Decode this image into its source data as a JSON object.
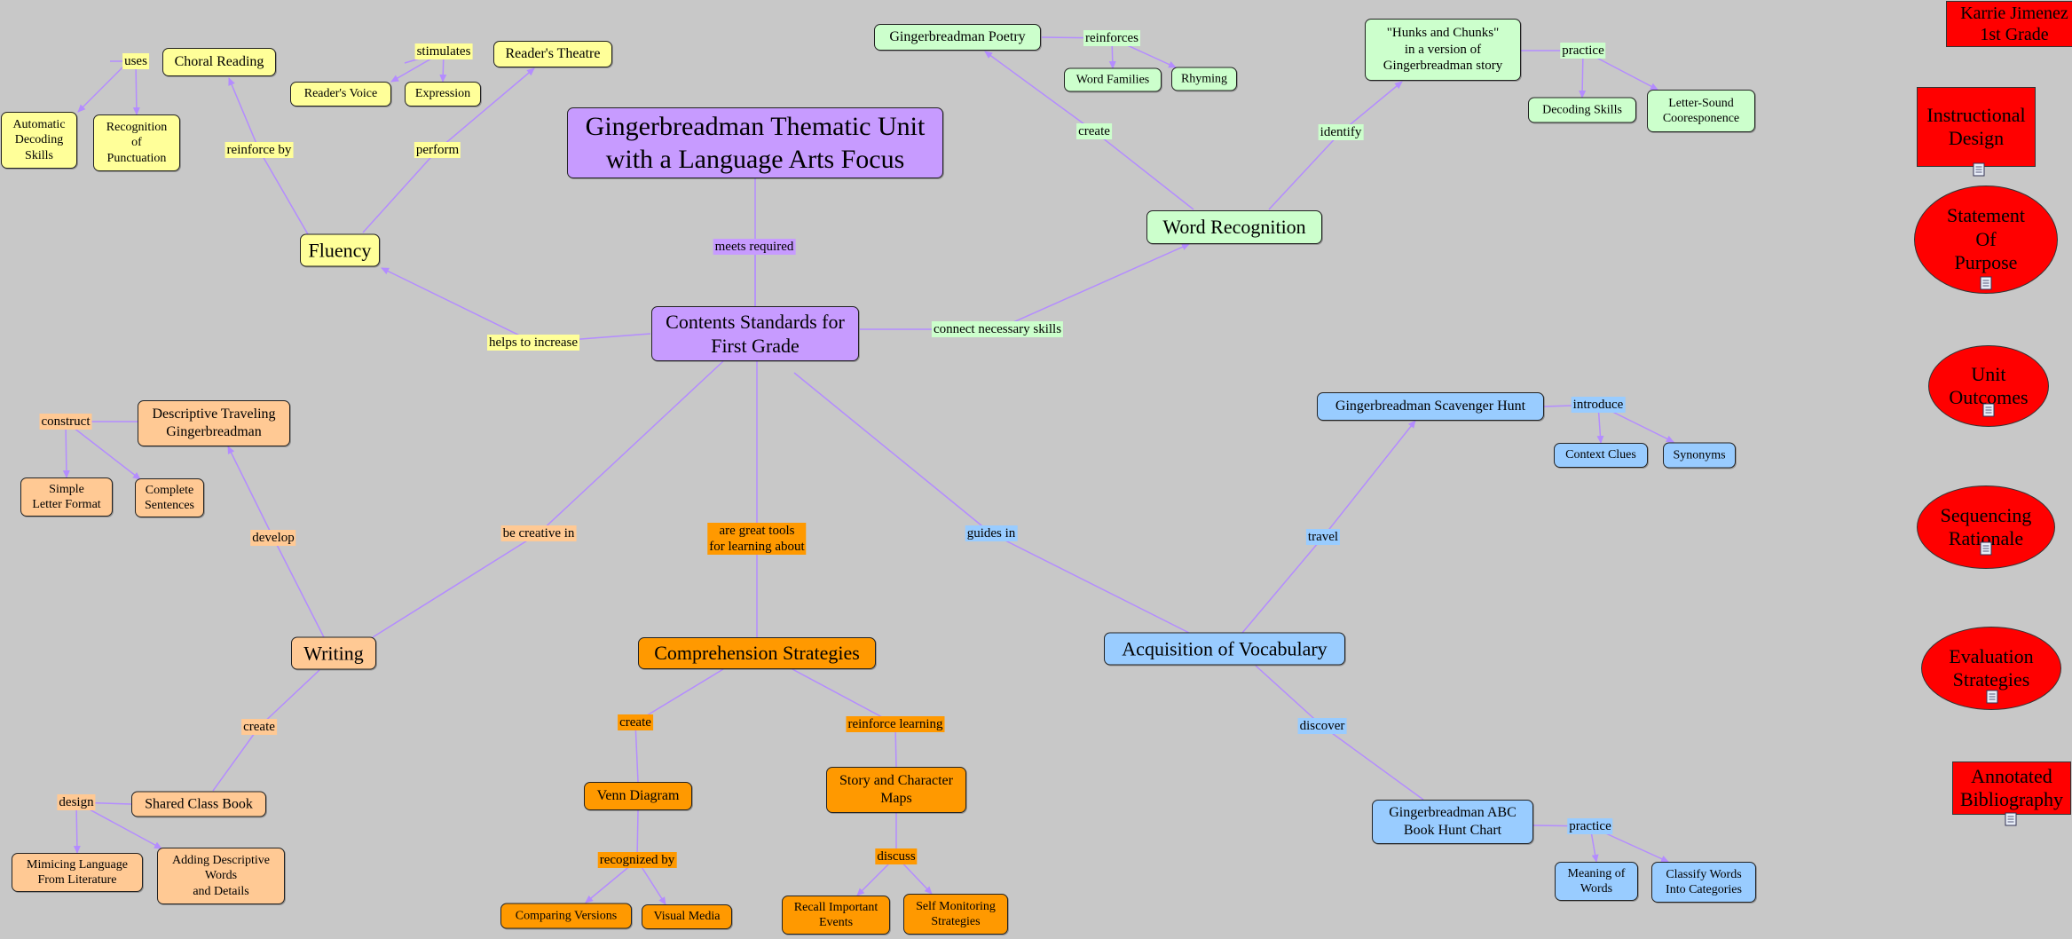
{
  "nodes": {
    "title": "Gingerbreadman Thematic Unit\nwith a Language Arts Focus",
    "standards": "Contents Standards for\nFirst Grade",
    "fluency": "Fluency",
    "choral_reading": "Choral Reading",
    "auto_decoding": "Automatic\nDecoding\nSkills",
    "recognition_punct": "Recognition\nof\nPunctuation",
    "readers_theatre": "Reader's Theatre",
    "readers_voice": "Reader's Voice",
    "expression": "Expression",
    "word_recognition": "Word Recognition",
    "gb_poetry": "Gingerbreadman Poetry",
    "word_families": "Word Families",
    "rhyming": "Rhyming",
    "hunks": "\"Hunks and Chunks\"\nin a version of\nGingerbreadman story",
    "decoding_skills": "Decoding Skills",
    "letter_sound": "Letter-Sound\nCooresponence",
    "writing": "Writing",
    "descriptive_gb": "Descriptive Traveling\nGingerbreadman",
    "simple_letter": "Simple\nLetter Format",
    "complete_sentences": "Complete\nSentences",
    "shared_book": "Shared Class Book",
    "mimicing": "Mimicing Language\nFrom Literature",
    "adding_desc": "Adding Descriptive\nWords\nand Details",
    "comprehension": "Comprehension Strategies",
    "venn": "Venn Diagram",
    "comparing": "Comparing Versions",
    "visual_media": "Visual Media",
    "story_maps": "Story and Character\nMaps",
    "recall": "Recall Important\nEvents",
    "self_monitoring": "Self Monitoring\nStrategies",
    "vocabulary": "Acquisition of Vocabulary",
    "scavenger": "Gingerbreadman Scavenger Hunt",
    "context_clues": "Context Clues",
    "synonyms": "Synonyms",
    "abc_chart": "Gingerbreadman ABC\nBook Hunt Chart",
    "meaning_words": "Meaning of\nWords",
    "classify_words": "Classify Words\nInto Categories"
  },
  "labels": {
    "meets_required": "meets required",
    "helps_increase": "helps to increase",
    "reinforce_by": "reinforce by",
    "uses": "uses",
    "perform": "perform",
    "stimulates": "stimulates",
    "connect_skills": "connect necessary skills",
    "create_poetry": "create",
    "reinforces": "reinforces",
    "identify": "identify",
    "practice_hunks": "practice",
    "be_creative": "be creative in",
    "develop": "develop",
    "construct": "construct",
    "create_book": "create",
    "design": "design",
    "great_tools": "are great tools\nfor learning about",
    "create_venn": "create",
    "recognized_by": "recognized by",
    "reinforce_learning": "reinforce learning",
    "discuss": "discuss",
    "guides_in": "guides in",
    "travel": "travel",
    "introduce": "introduce",
    "discover": "discover",
    "practice_abc": "practice"
  },
  "side_panel": {
    "author": "Karrie Jimenez\n1st Grade",
    "instructional_design": "Instructional\nDesign",
    "statement_purpose": "Statement\nOf\nPurpose",
    "unit_outcomes": "Unit\nOutcomes",
    "sequencing": "Sequencing\nRationale",
    "evaluation": "Evaluation\nStrategies",
    "bibliography": "Annotated\nBibliography"
  },
  "colors": {
    "background": "#c8c8c8",
    "connector": "#b48cff",
    "purple": "#c79bff",
    "yellow": "#ffff99",
    "green": "#ccffcc",
    "peach": "#ffc994",
    "orange": "#ff9900",
    "blue": "#99ccff",
    "side_panel": "#ff0000"
  },
  "icons": [
    "document-icon"
  ]
}
